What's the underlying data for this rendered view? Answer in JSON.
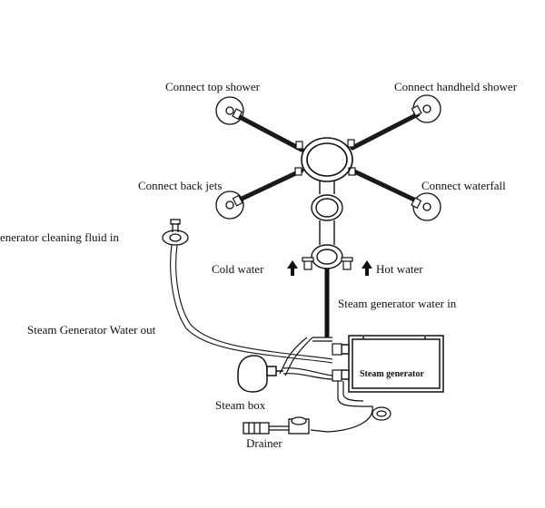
{
  "labels": {
    "top_shower": "Connect top shower",
    "handheld_shower": "Connect handheld shower",
    "back_jets": "Connect back jets",
    "waterfall": "Connect waterfall",
    "cleaning_fluid": "enerator cleaning fluid in",
    "cold_water": "Cold water",
    "hot_water": "Hot water",
    "steam_water_in": "Steam generator water in",
    "steam_water_out": "Steam Generator Water out",
    "steam_generator": "Steam generator",
    "steam_box": "Steam box",
    "drainer": "Drainer"
  },
  "colors": {
    "line": "#111111",
    "pipe": "#1a1a1a",
    "background": "#ffffff"
  }
}
